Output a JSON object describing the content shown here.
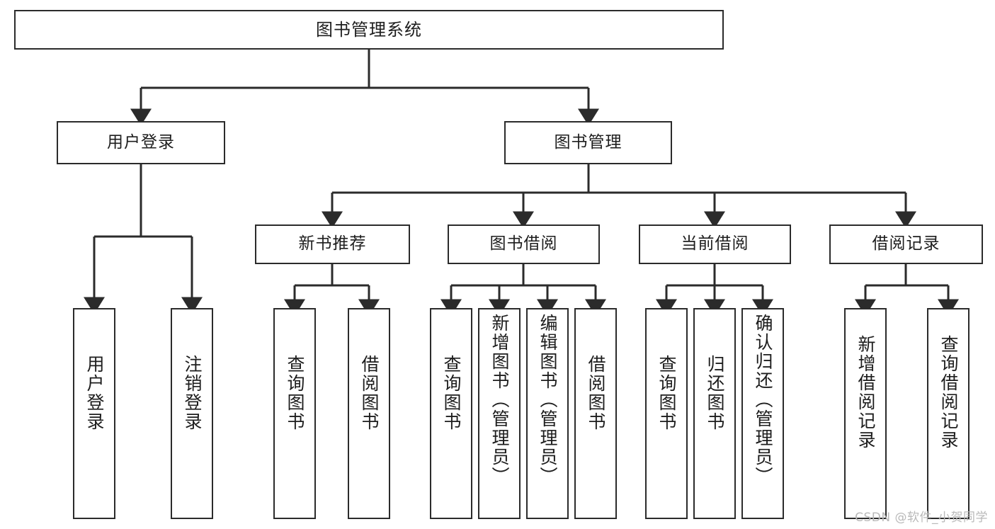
{
  "diagram": {
    "title": "图书管理系统",
    "watermark": "CSDN @软件_小贺同学",
    "line_color": "#2b2b2b",
    "box_fill": "#ffffff",
    "text_color": "#1d1d1d",
    "watermark_color": "#b9b9b9"
  },
  "nodes": {
    "root": {
      "label": "图书管理系统"
    },
    "level1": [
      {
        "label": "用户登录"
      },
      {
        "label": "图书管理"
      }
    ],
    "level2": [
      {
        "label": "新书推荐"
      },
      {
        "label": "图书借阅"
      },
      {
        "label": "当前借阅"
      },
      {
        "label": "借阅记录"
      }
    ],
    "leaves": {
      "user_login": [
        {
          "label": "用户登录"
        },
        {
          "label": "注销登录"
        }
      ],
      "new_book": [
        {
          "label": "查询图书"
        },
        {
          "label": "借阅图书"
        }
      ],
      "book_borrow": [
        {
          "label": "查询图书"
        },
        {
          "label": "新增图书（管理员）"
        },
        {
          "label": "编辑图书（管理员）"
        },
        {
          "label": "借阅图书"
        }
      ],
      "current_borrow": [
        {
          "label": "查询图书"
        },
        {
          "label": "归还图书"
        },
        {
          "label": "确认归还（管理员）"
        }
      ],
      "borrow_record": [
        {
          "label": "新增借阅记录"
        },
        {
          "label": "查询借阅记录"
        }
      ]
    }
  }
}
